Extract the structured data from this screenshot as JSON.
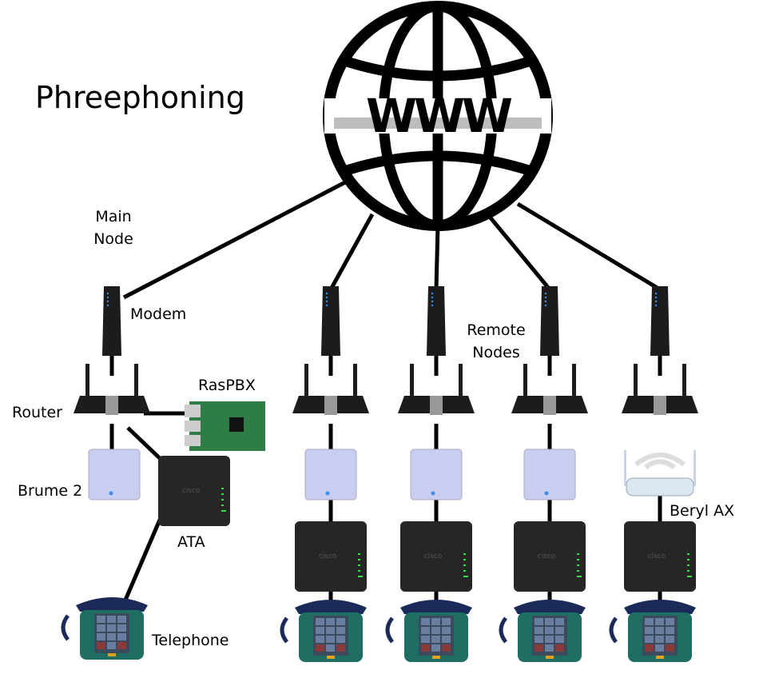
{
  "title": "Phreephoning",
  "globe": {
    "text": "WWW"
  },
  "labels": {
    "main_node": [
      "Main",
      "Node"
    ],
    "modem": "Modem",
    "router": "Router",
    "raspbx": "RasPBX",
    "brume": "Brume 2",
    "ata": "ATA",
    "telephone": "Telephone",
    "remote_nodes": [
      "Remote",
      "Nodes"
    ],
    "beryl": "Beryl AX"
  },
  "ata_logo": "cisco",
  "colors": {
    "line": "#000000",
    "device_dark": "#1c1c1c",
    "brume": "#c9cdf0",
    "raspberry_board": "#2e7d46",
    "phone_body": "#1f6e63",
    "phone_handset": "#1c2a5a",
    "led_green": "#35e04a",
    "led_blue": "#3a8ef0"
  },
  "remote_nodes": [
    {
      "wifi_device": "Brume 2"
    },
    {
      "wifi_device": "Brume 2"
    },
    {
      "wifi_device": "Brume 2"
    },
    {
      "wifi_device": "Beryl AX"
    }
  ]
}
